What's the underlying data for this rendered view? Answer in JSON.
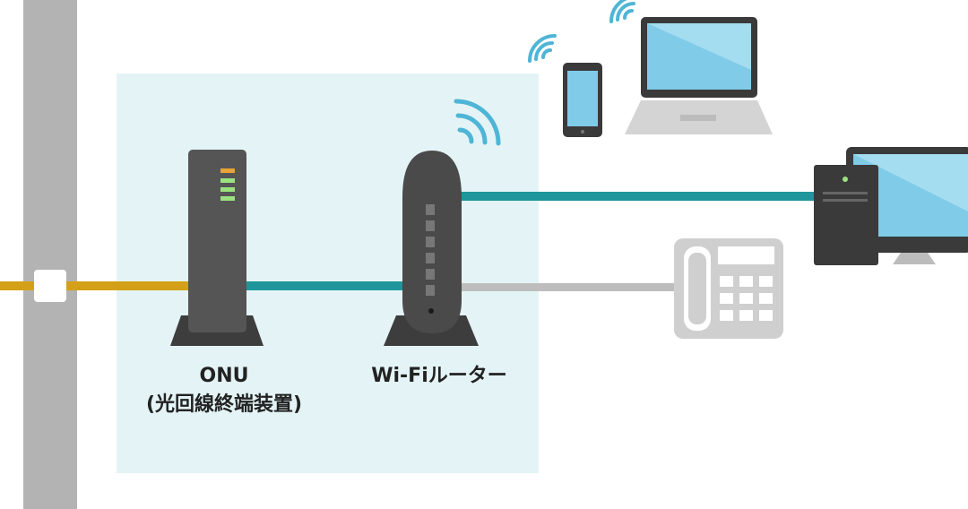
{
  "labels": {
    "onu_line1": "ONU",
    "onu_line2": "(光回線終端装置)",
    "router": "Wi-Fiルーター"
  },
  "icons": {
    "pole": "utility-pole",
    "onu": "onu-device",
    "router": "wifi-router",
    "smartphone": "smartphone",
    "laptop": "laptop",
    "desktop": "desktop-computer",
    "phone": "landline-telephone"
  },
  "colors": {
    "fiber_cable": "#d4a017",
    "lan_cable": "#1f969b",
    "phone_cable": "#bdbdbd",
    "home_area": "#e4f4f6",
    "wifi_signal": "#4fb5d6",
    "device_dark": "#4a4a4a",
    "screen": "#7fcbe8"
  }
}
